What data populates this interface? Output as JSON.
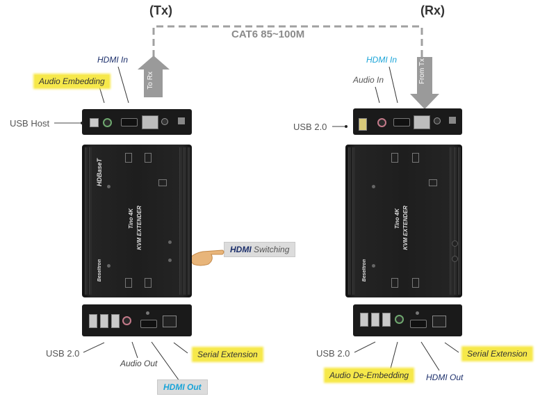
{
  "header": {
    "tx": "(Tx)",
    "rx": "(Rx)",
    "cable": "CAT6 85~100M"
  },
  "arrows": {
    "to_rx": "To Rx",
    "from_tx": "From Tx"
  },
  "tx_labels": {
    "hdmi_in": "HDMI In",
    "audio_embedding": "Audio Embedding",
    "usb_host": "USB Host",
    "usb20": "USB 2.0",
    "audio_out": "Audio Out",
    "serial_extension": "Serial Extension",
    "hdmi_out": "HDMI Out",
    "hdmi_switching_hdmi": "HDMI",
    "hdmi_switching_word": "Switching"
  },
  "rx_labels": {
    "hdmi_in": "HDMI In",
    "audio_in": "Audio In",
    "usb20_top": "USB 2.0",
    "usb20_bottom": "USB 2.0",
    "audio_deembedding": "Audio De-Embedding",
    "hdmi_out": "HDMI Out",
    "serial_extension": "Serial Extension"
  },
  "device_print": {
    "product_line1": "Tino 4K",
    "product_line2": "KVM EXTENDER",
    "brand": "Beseltron",
    "side_tag": "HDBaseT"
  },
  "colors": {
    "device": "#1a1a1a",
    "cable_dash": "#a0a0a0",
    "arrow": "#9a9a9a",
    "highlight_yellow": "#f6e84a",
    "navy_text": "#1c2f6b",
    "cyan_text": "#1aa4d8"
  }
}
